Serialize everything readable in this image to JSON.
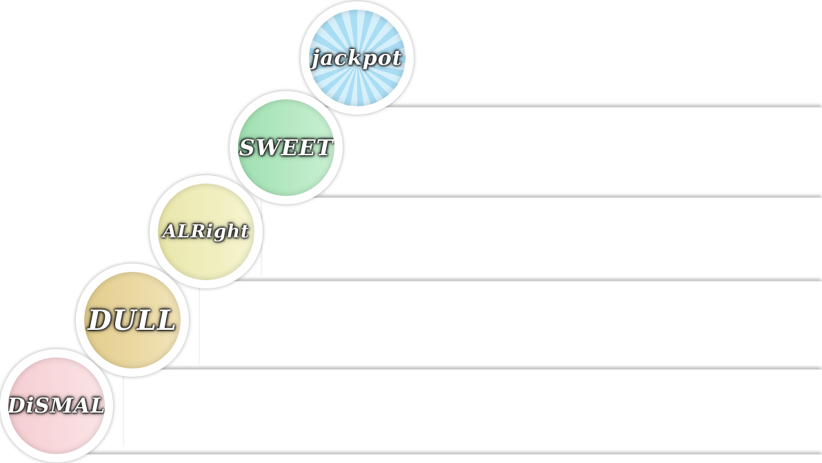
{
  "tiers": [
    {
      "id": "jackpot",
      "label": "jackpot",
      "color_inner": "#d6f0fb",
      "color_outer": "#a9ddf3",
      "pattern": "sunburst"
    },
    {
      "id": "sweet",
      "label": "SWEET",
      "color_inner": "#c9f0d2",
      "color_outer": "#9fe0b0",
      "pattern": "gradient"
    },
    {
      "id": "alright",
      "label": "ALRight",
      "color_inner": "#f5f4cf",
      "color_outer": "#e9e7ab",
      "pattern": "gradient"
    },
    {
      "id": "dull",
      "label": "DULL",
      "color_inner": "#f2e3b8",
      "color_outer": "#e2cd8c",
      "pattern": "gradient"
    },
    {
      "id": "dismal",
      "label": "DiSMAL",
      "color_inner": "#fbe4e6",
      "color_outer": "#f5cdd1",
      "pattern": "gradient"
    }
  ]
}
